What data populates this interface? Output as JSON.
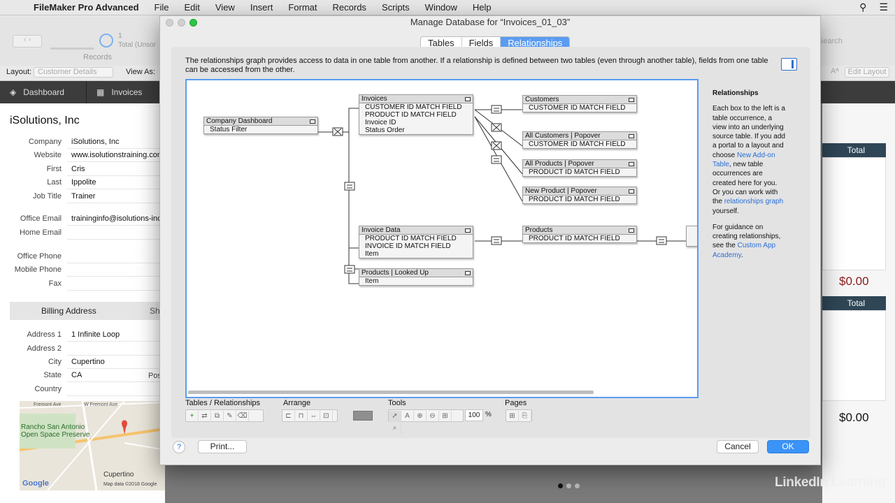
{
  "menubar": {
    "app": "FileMaker Pro Advanced",
    "items": [
      "File",
      "Edit",
      "View",
      "Insert",
      "Format",
      "Records",
      "Scripts",
      "Window",
      "Help"
    ]
  },
  "background": {
    "toolbar": {
      "records_label": "Records",
      "count": "1",
      "total_label": "Total (Unsor",
      "search_placeholder": "Search"
    },
    "layoutbar": {
      "layout_label": "Layout:",
      "layout_value": "Customer Details",
      "viewas_label": "View As:",
      "edit_layout": "Edit Layout"
    },
    "nav": [
      "Dashboard",
      "Invoices"
    ],
    "company_title": "iSolutions, Inc",
    "fields": [
      {
        "label": "Company",
        "value": "iSolutions, Inc"
      },
      {
        "label": "Website",
        "value": "www.isolutionstraining.com"
      },
      {
        "label": "First",
        "value": "Cris"
      },
      {
        "label": "Last",
        "value": "Ippolite"
      },
      {
        "label": "Job Title",
        "value": "Trainer"
      },
      {
        "label": "Office Email",
        "value": "traininginfo@isolutions-inc"
      },
      {
        "label": "Home Email",
        "value": ""
      },
      {
        "label": "Office Phone",
        "value": ""
      },
      {
        "label": "Mobile Phone",
        "value": ""
      },
      {
        "label": "Fax",
        "value": ""
      }
    ],
    "billing_tab": "Billing Address",
    "shipping_tab": "Sh",
    "address": [
      {
        "label": "Address 1",
        "value": "1 Infinite Loop"
      },
      {
        "label": "Address 2",
        "value": ""
      },
      {
        "label": "City",
        "value": "Cupertino"
      },
      {
        "label": "State",
        "value": "CA"
      },
      {
        "label": "Country",
        "value": ""
      }
    ],
    "postal_label": "Pos",
    "map": {
      "labels": [
        "Rancho San Antonio",
        "Open Space Preserve",
        "Cupertino",
        "W Fremont Ave",
        "Fremont Ave",
        "Google",
        "Map data ©2018 Google"
      ]
    },
    "right": {
      "total_label": "Total",
      "amount1": "$0.00",
      "amount2": "$0.00"
    }
  },
  "dialog": {
    "title": "Manage Database for “Invoices_01_03”",
    "tabs": [
      "Tables",
      "Fields",
      "Relationships"
    ],
    "active_tab": "Relationships",
    "description": "The relationships graph provides access to data in one table from another. If a relationship is defined between two tables (even through another table), fields from one table can be accessed from the other.",
    "tables": {
      "company_dashboard": {
        "name": "Company Dashboard",
        "fields": [
          "Status Filter"
        ]
      },
      "invoices": {
        "name": "Invoices",
        "fields": [
          "CUSTOMER ID MATCH FIELD",
          "PRODUCT ID MATCH FIELD",
          "Invoice ID",
          "Status Order"
        ]
      },
      "customers": {
        "name": "Customers",
        "fields": [
          "CUSTOMER ID MATCH FIELD"
        ]
      },
      "all_customers": {
        "name": "All Customers | Popover",
        "fields": [
          "CUSTOMER ID MATCH FIELD"
        ]
      },
      "all_products": {
        "name": "All Products | Popover",
        "fields": [
          "PRODUCT ID MATCH FIELD"
        ]
      },
      "new_product": {
        "name": "New Product | Popover",
        "fields": [
          "PRODUCT ID MATCH FIELD"
        ]
      },
      "invoice_data": {
        "name": "Invoice Data",
        "fields": [
          "PRODUCT ID MATCH FIELD",
          "INVOICE ID MATCH FIELD",
          "Item"
        ]
      },
      "products": {
        "name": "Products",
        "fields": [
          "PRODUCT ID MATCH FIELD"
        ]
      },
      "products_lookup": {
        "name": "Products | Looked Up",
        "fields": [
          "Item"
        ]
      }
    },
    "sidebar": {
      "heading": "Relationships",
      "p1a": "Each box to the left is a table occurrence, a view into an underlying source table. If you add a portal to a layout and choose ",
      "p1_link1": "New Add-on Table",
      "p1b": ", new table occurrences are created here for you. Or you can work with the ",
      "p1_link2": "relationships graph",
      "p1c": " yourself.",
      "p2a": "For guidance on creating relationships, see the ",
      "p2_link": "Custom App Academy",
      "p2b": "."
    },
    "toolbar": {
      "groups": [
        "Tables / Relationships",
        "Arrange",
        "Tools",
        "Pages"
      ],
      "zoom": "100",
      "zoom_unit": "%"
    },
    "buttons": {
      "help": "?",
      "print": "Print...",
      "cancel": "Cancel",
      "ok": "OK"
    }
  },
  "watermark": "LinkedIn Learning",
  "colors": {
    "accent": "#5a9cf2",
    "ok_button": "#3b93f7",
    "link": "#2a6fd6",
    "total_header": "#2f4656",
    "amount": "#8b1a1a"
  }
}
